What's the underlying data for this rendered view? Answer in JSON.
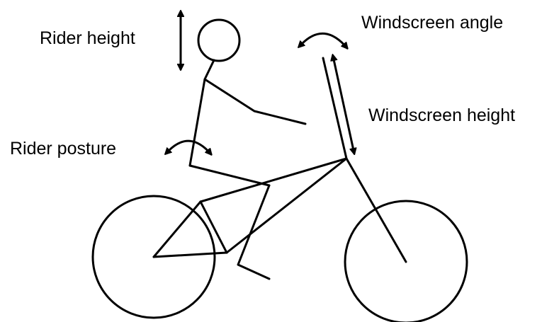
{
  "labels": {
    "rider_height": "Rider height",
    "windscreen_angle": "Windscreen angle",
    "windscreen_height": "Windscreen height",
    "rider_posture": "Rider posture"
  },
  "colors": {
    "stroke": "#000000",
    "background": "#ffffff"
  }
}
